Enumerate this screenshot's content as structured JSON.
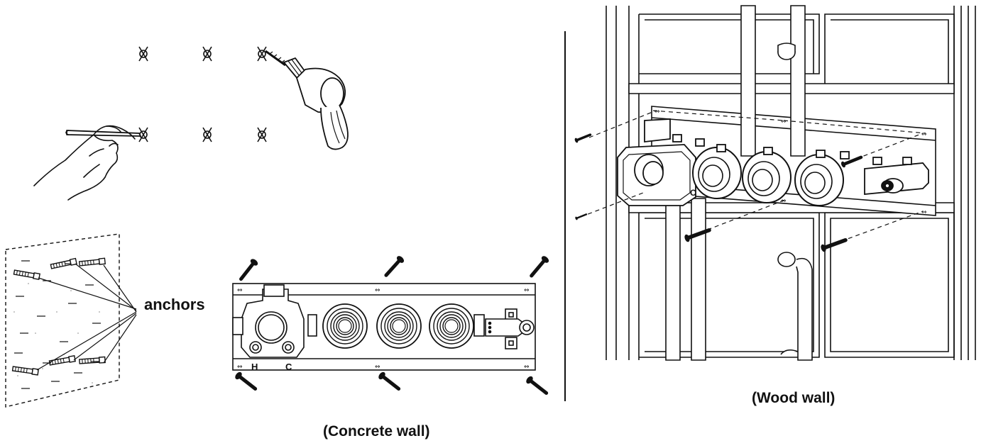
{
  "labels": {
    "anchors": "anchors",
    "concrete_wall": "(Concrete wall)",
    "wood_wall": "(Wood wall)"
  },
  "manifold_letters": {
    "hot": "H",
    "cold": "C",
    "wood_cold": "C"
  },
  "icons": [
    "drill-icon",
    "pencil-hand-icon",
    "drill-mark-icon",
    "anchor-icon",
    "screw-icon",
    "valve-port-icon"
  ],
  "colors": {
    "line": "#111111",
    "background": "#ffffff"
  }
}
